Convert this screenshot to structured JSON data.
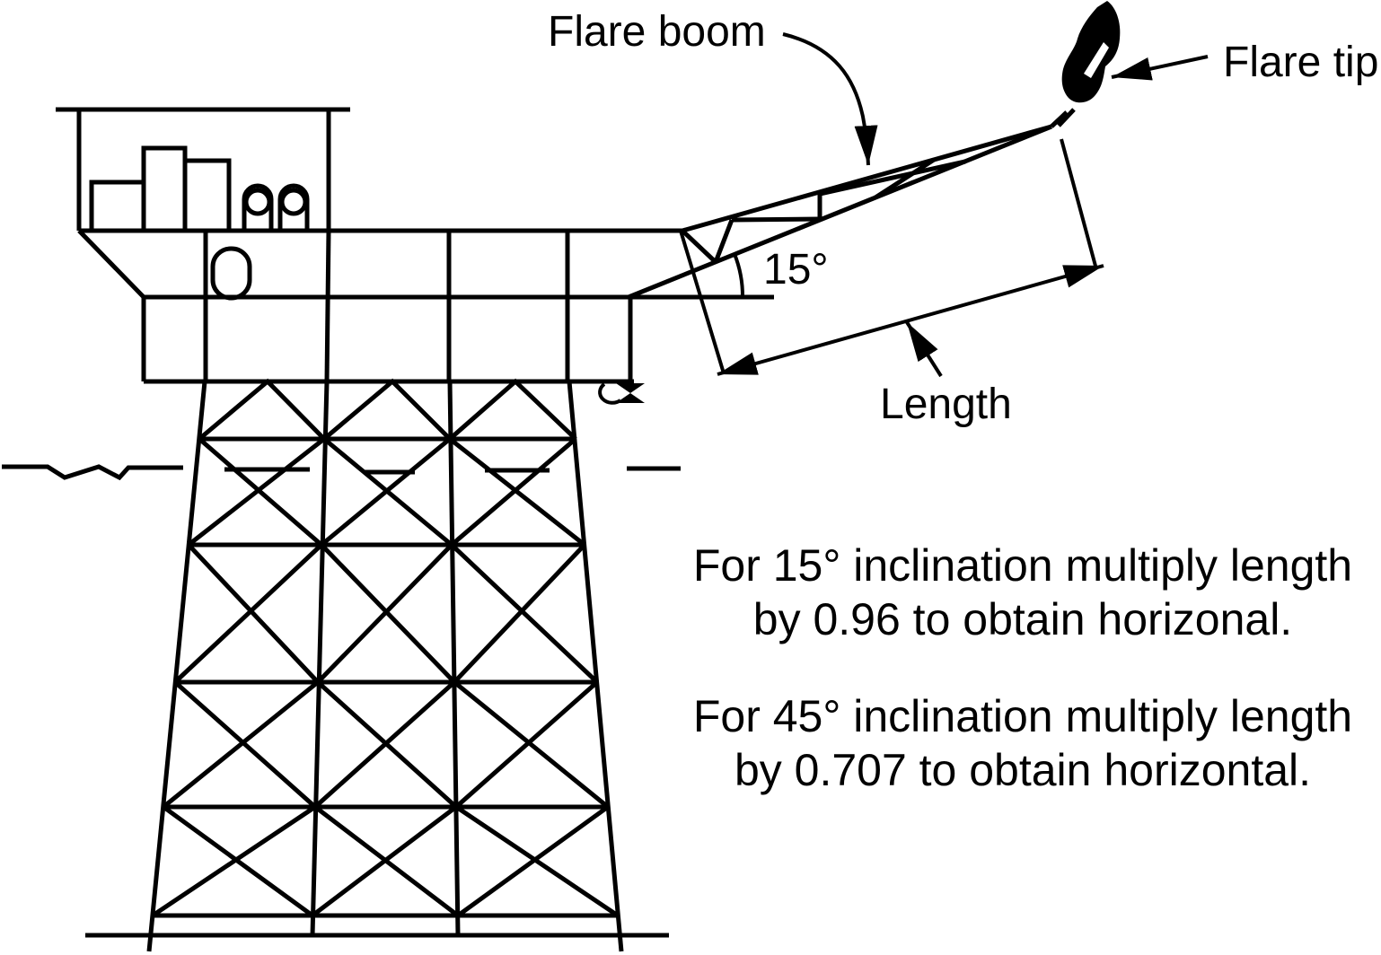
{
  "labels": {
    "flare_boom": "Flare boom",
    "flare_tip": "Flare tip",
    "angle": "15°",
    "length": "Length"
  },
  "notes": {
    "note_15_line1": "For 15° inclination multiply length",
    "note_15_line2": "by 0.96 to obtain horizonal.",
    "note_45_line1": "For 45° inclination multiply length",
    "note_45_line2": "by 0.707 to obtain horizontal."
  },
  "values": {
    "boom_inclination_1": "15°",
    "horizontal_factor_1": "0.96",
    "boom_inclination_2": "45°",
    "horizontal_factor_2": "0.707"
  },
  "colors": {
    "ink": "#000000",
    "background": "#ffffff"
  }
}
